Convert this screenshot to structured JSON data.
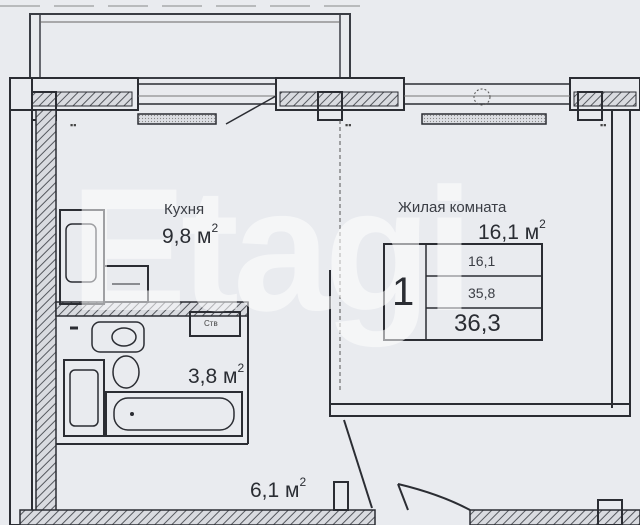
{
  "watermark": {
    "text": "Etagi"
  },
  "rooms": {
    "kitchen": {
      "name": "Кухня",
      "area_value": "9,8 м",
      "area_sup": "2"
    },
    "living": {
      "name": "Жилая комната",
      "area_value": "16,1 м",
      "area_sup": "2"
    },
    "bathroom": {
      "area_value": "3,8 м",
      "area_sup": "2"
    },
    "hallway": {
      "area_value": "6,1 м",
      "area_sup": "2"
    }
  },
  "summary": {
    "room_count": "1",
    "living_area": "16,1",
    "total_area_1": "35,8",
    "total_area_2": "36,3"
  },
  "fixtures": {
    "washer_label": "Ств"
  },
  "colors": {
    "wall": "#2b2d33",
    "hatch": "#55585e",
    "paper": "#e9ebef"
  }
}
